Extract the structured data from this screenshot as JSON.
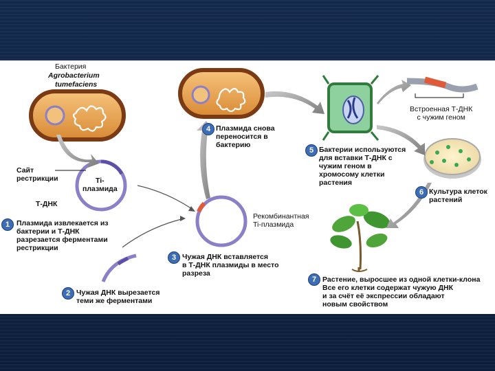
{
  "labels": {
    "bacterium": "Бактерия",
    "species_line1": "Agrobacterium",
    "species_line2": "tumefaciens",
    "restriction_site": "Сайт\nрестрикции",
    "ti_plasmid": "Ti-\nплазмида",
    "t_dna": "Т-ДНК",
    "recombinant_plasmid": "Рекомбинантная\nTi-плазмида",
    "embedded_tdna": "Встроенная Т-ДНК\nс чужим геном",
    "plant_culture": "Культура клеток\nрастений"
  },
  "steps": [
    {
      "number": "1",
      "text": "Плазмида извлекается из\nбактерии и Т-ДНК\nразрезается ферментами\nрестрикции"
    },
    {
      "number": "2",
      "text": "Чужая ДНК вырезается\nтеми же ферментами"
    },
    {
      "number": "3",
      "text": "Чужая ДНК вставляется\nв Т-ДНК плазмиды в место\nразреза"
    },
    {
      "number": "4",
      "text": "Плазмида снова\nпереносится в\nбактерию"
    },
    {
      "number": "5",
      "text": "Бактерии используются\nдля вставки Т-ДНК с\nчужим геном в\nхромосому клетки\nрастения"
    },
    {
      "number": "6",
      "text": "Культура клеток\nрастений"
    },
    {
      "number": "7",
      "text": "Растение, выросшее из одной клетки-клона\nВсе его клетки содержат чужую ДНК\nи за счёт её экспрессии обладают\nновым свойством"
    }
  ],
  "colors": {
    "background": "#0f2342",
    "panel": "#ffffff",
    "bacterium_body": "#e8a24a",
    "bacterium_border": "#7a3a14",
    "plasmid": "#8b7fc7",
    "foreign_dna": "#e05a3a",
    "plant_cell": "#8fd19e",
    "step_badge": "#3d6db4",
    "arrow": "#9a9a9a"
  },
  "icons": [
    "bacterium-icon",
    "plasmid-icon",
    "plant-cell-icon",
    "dna-strand-icon",
    "petri-dish-icon",
    "plant-icon",
    "arrow-icon"
  ]
}
